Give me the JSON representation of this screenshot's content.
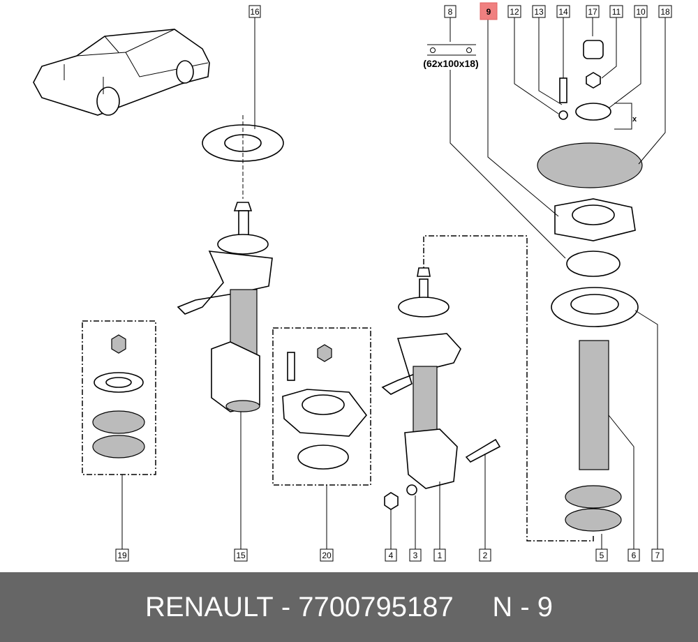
{
  "callouts_top": [
    "16",
    "8",
    "9",
    "12",
    "13",
    "14",
    "17",
    "11",
    "10",
    "18"
  ],
  "callouts_bottom": [
    "19",
    "15",
    "20",
    "4",
    "3",
    "1",
    "2",
    "5",
    "6",
    "7"
  ],
  "highlighted_callout": "9",
  "highlight_color": "#f08080",
  "dimension_note": "(62x100x18)",
  "height_mark": "x",
  "footer": {
    "brand": "RENAULT",
    "separator": " - ",
    "part_number": "7700795187",
    "ref": "N - 9"
  }
}
